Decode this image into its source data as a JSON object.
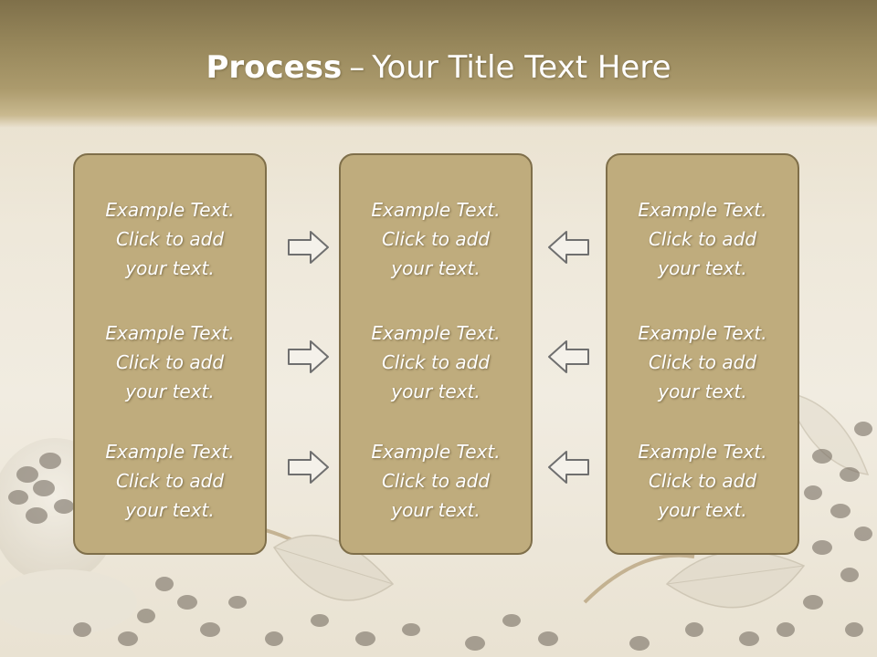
{
  "slide": {
    "title_bold": "Process",
    "title_dash": "–",
    "title_rest": "Your Title Text Here",
    "colors": {
      "header": "#8c7c51",
      "box_fill": "#bfac7d",
      "box_border": "#7f6f4a",
      "arrow_fill": "#f4f1ea",
      "arrow_stroke": "#6f6f6f"
    },
    "columns": [
      {
        "blocks": [
          {
            "line1": "Example Text.",
            "line2": "Click  to add",
            "line3": "your text."
          },
          {
            "line1": "Example Text.",
            "line2": "Click  to add",
            "line3": "your text."
          },
          {
            "line1": "Example Text.",
            "line2": "Click  to add",
            "line3": "your text."
          }
        ]
      },
      {
        "blocks": [
          {
            "line1": "Example Text.",
            "line2": "Click  to add",
            "line3": "your text."
          },
          {
            "line1": "Example Text.",
            "line2": "Click  to add",
            "line3": "your text."
          },
          {
            "line1": "Example Text.",
            "line2": "Click  to add",
            "line3": "your text."
          }
        ]
      },
      {
        "blocks": [
          {
            "line1": "Example Text.",
            "line2": "Click  to add",
            "line3": "your text."
          },
          {
            "line1": "Example Text.",
            "line2": "Click  to add",
            "line3": "your text."
          },
          {
            "line1": "Example Text.",
            "line2": "Click  to add",
            "line3": "your text."
          }
        ]
      }
    ],
    "arrows": {
      "left_group": "arrow-right-icon",
      "right_group": "arrow-left-icon"
    }
  }
}
